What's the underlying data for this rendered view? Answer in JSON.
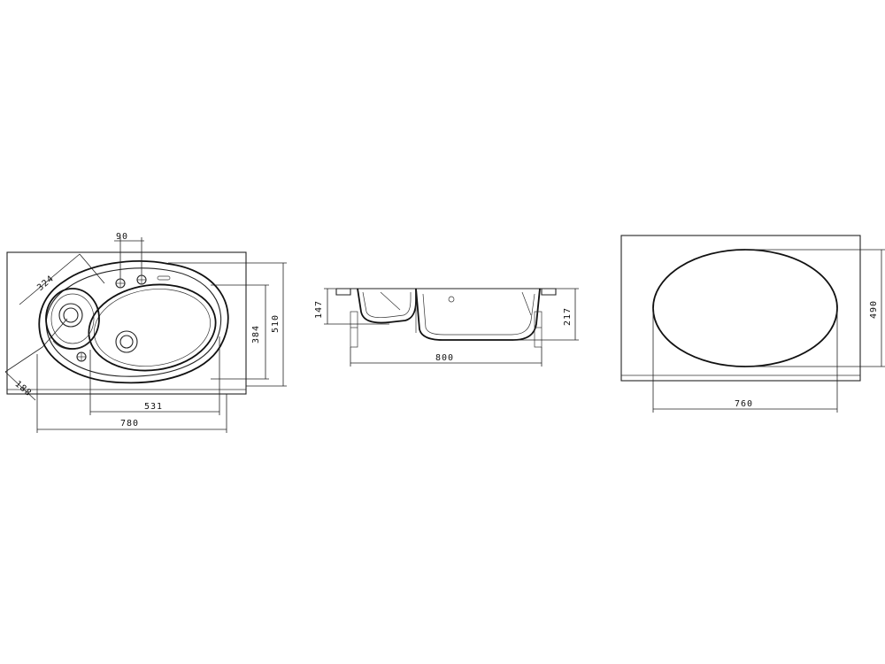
{
  "top_view": {
    "dims": {
      "dim_90": "90",
      "dim_324": "324",
      "dim_188": "188",
      "dim_384": "384",
      "dim_510": "510",
      "dim_531": "531",
      "dim_780": "780"
    }
  },
  "section_view": {
    "dims": {
      "dim_147": "147",
      "dim_217": "217",
      "dim_800": "800"
    }
  },
  "cutout_view": {
    "dims": {
      "dim_490": "490",
      "dim_760": "760"
    }
  }
}
